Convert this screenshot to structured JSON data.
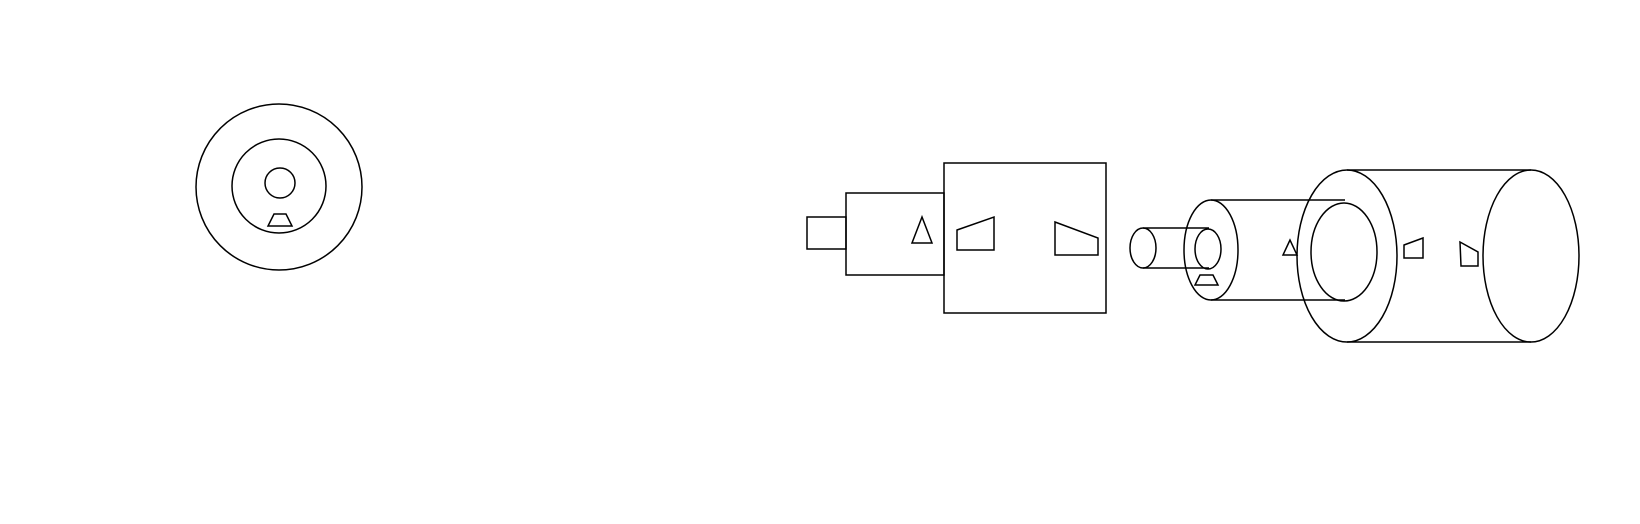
{
  "diagram": {
    "background_color": "#ffffff",
    "line_color": "#000000",
    "views": [
      {
        "name": "end-view",
        "parts": [
          "outer-ring",
          "middle-ring",
          "center-hole",
          "trapezoid-marker"
        ]
      },
      {
        "name": "side-view-blocks",
        "parts": [
          "small-rect",
          "middle-rect",
          "large-rect",
          "triangle-marker",
          "left-wedge-marker",
          "right-wedge-marker"
        ]
      },
      {
        "name": "exploded-cylinders",
        "parts": [
          "small-cylinder",
          "medium-cylinder",
          "large-cylinder",
          "bore",
          "trapezoid-marker",
          "triangle-marker",
          "wedge-marker-1",
          "wedge-marker-2"
        ]
      }
    ]
  }
}
